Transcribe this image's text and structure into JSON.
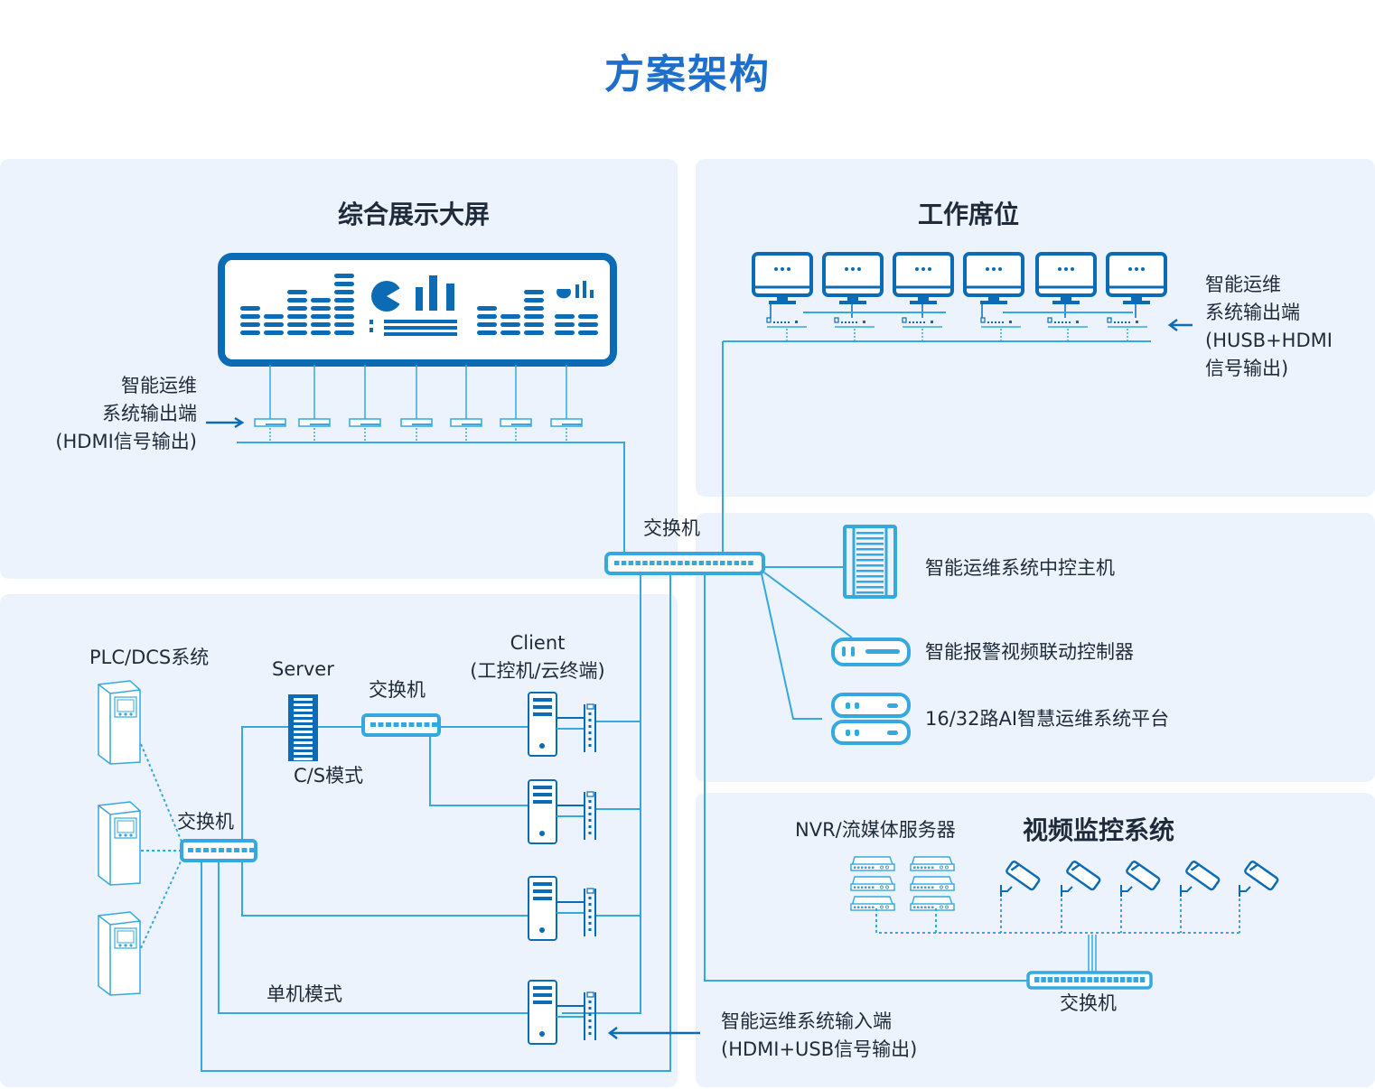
{
  "page_title": "方案架构",
  "colors": {
    "title": "#1e6fcc",
    "dark_blue": "#0b6cb5",
    "light_blue": "#35a8df",
    "panel_bg": "#edf3fc",
    "text": "#1f2a3a"
  },
  "panels": {
    "display_wall": {
      "title": "综合展示大屏",
      "output_note": [
        "智能运维",
        "系统输出端",
        "(HDMI信号输出)"
      ],
      "screen_icon": "dashboard-screen-icon",
      "extender_count": 7
    },
    "workstations": {
      "title": "工作席位",
      "monitor_count": 6,
      "output_note": [
        "智能运维",
        "系统输出端",
        "(HUSB+HDMI",
        "信号输出)"
      ]
    },
    "center": {
      "switch_label": "交换机",
      "devices": [
        {
          "label": "智能运维系统中控主机",
          "icon": "rack-server-icon"
        },
        {
          "label": "智能报警视频联动控制器",
          "icon": "controller-icon"
        },
        {
          "label": "16/32路AI智慧运维系统平台",
          "icon": "platform-server-icon"
        }
      ]
    },
    "industrial": {
      "plc_label": "PLC/DCS系统",
      "plc_count": 3,
      "switch_label": "交换机",
      "server_label": "Server",
      "cs_mode_label": "C/S模式",
      "server_switch_label": "交换机",
      "client_label": [
        "Client",
        "(工控机/云终端)"
      ],
      "client_count": 4,
      "standalone_label": "单机模式"
    },
    "video": {
      "title": "视频监控系统",
      "nvr_label": "NVR/流媒体服务器",
      "nvr_count": 6,
      "camera_count": 5,
      "switch_label": "交换机",
      "input_note": [
        "智能运维系统输入端",
        "(HDMI+USB信号输出)"
      ]
    }
  }
}
